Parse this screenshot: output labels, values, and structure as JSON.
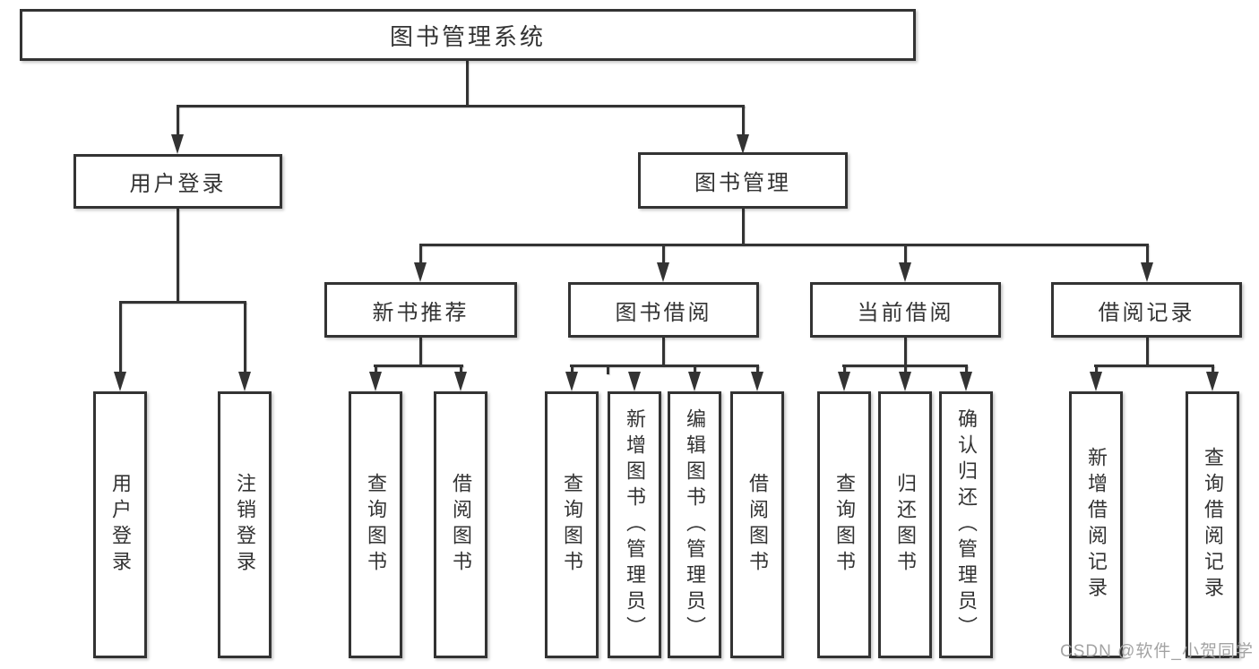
{
  "diagram": {
    "title": "图书管理系统",
    "colors": {
      "line": "#333333",
      "text": "#333333",
      "background": "#ffffff"
    },
    "root": {
      "label": "图书管理系统"
    },
    "user_branch": {
      "label": "用户登录",
      "children": [
        {
          "label": "用户登录"
        },
        {
          "label": "注销登录"
        }
      ]
    },
    "book_branch": {
      "label": "图书管理",
      "groups": [
        {
          "label": "新书推荐",
          "children": [
            {
              "label": "查询图书"
            },
            {
              "label": "借阅图书"
            }
          ]
        },
        {
          "label": "图书借阅",
          "children": [
            {
              "label": "查询图书"
            },
            {
              "label": "新增图书（管理员）"
            },
            {
              "label": "编辑图书（管理员）"
            },
            {
              "label": "借阅图书"
            }
          ]
        },
        {
          "label": "当前借阅",
          "children": [
            {
              "label": "查询图书"
            },
            {
              "label": "归还图书"
            },
            {
              "label": "确认归还（管理员）"
            }
          ]
        },
        {
          "label": "借阅记录",
          "children": [
            {
              "label": "新增借阅记录"
            },
            {
              "label": "查询借阅记录"
            }
          ]
        }
      ]
    },
    "watermark": "CSDN @软件_小贺同学"
  }
}
